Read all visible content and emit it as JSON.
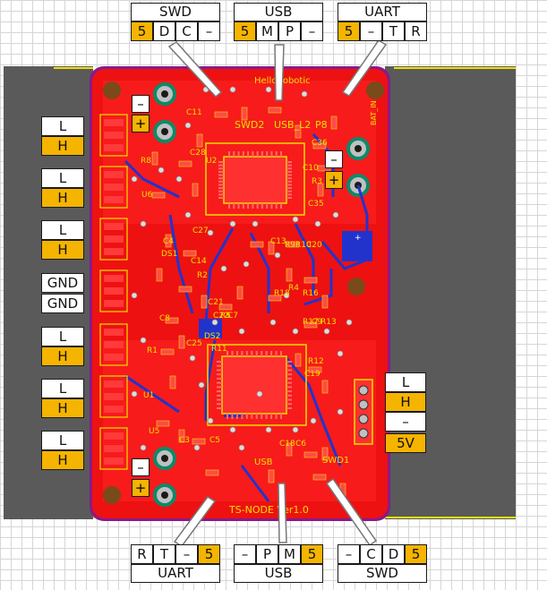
{
  "connectors": {
    "top": [
      {
        "id": "swd-top",
        "name": "SWD",
        "pins": [
          "5",
          "D",
          "C",
          "–"
        ]
      },
      {
        "id": "usb-top",
        "name": "USB",
        "pins": [
          "5",
          "M",
          "P",
          "–"
        ]
      },
      {
        "id": "uart-top",
        "name": "UART",
        "pins": [
          "5",
          "–",
          "T",
          "R"
        ]
      }
    ],
    "bottom": [
      {
        "id": "uart-bottom",
        "name": "UART",
        "pins": [
          "R",
          "T",
          "–",
          "5"
        ]
      },
      {
        "id": "usb-bottom",
        "name": "USB",
        "pins": [
          "–",
          "P",
          "M",
          "5"
        ]
      },
      {
        "id": "swd-bottom",
        "name": "SWD",
        "pins": [
          "–",
          "C",
          "D",
          "5"
        ]
      }
    ]
  },
  "left_pins": [
    {
      "top": "L",
      "bottom": "H"
    },
    {
      "top": "L",
      "bottom": "H"
    },
    {
      "top": "L",
      "bottom": "H"
    },
    {
      "top": "GND",
      "bottom": "GND"
    },
    {
      "top": "L",
      "bottom": "H"
    },
    {
      "top": "L",
      "bottom": "H"
    },
    {
      "top": "L",
      "bottom": "H"
    }
  ],
  "right_pins": [
    "L",
    "H",
    "–",
    "5V"
  ],
  "power_marks": {
    "minus": "–",
    "plus": "+"
  },
  "silkscreen": {
    "brand": "HelloRobotic",
    "footer": "TS-NODE Ver1.0",
    "top_labels": [
      "SWD2",
      "USB_L2",
      "P8"
    ],
    "bottom_labels": [
      "USB",
      "SWD1"
    ],
    "bat_in": "BAT_IN",
    "parts": [
      "C11",
      "R8",
      "U2",
      "C28",
      "C10",
      "C36",
      "R3",
      "C35",
      "U6",
      "C27",
      "C4",
      "DS1",
      "C13",
      "R9",
      "R10",
      "C20",
      "R2",
      "C14",
      "C21",
      "R18",
      "R16",
      "C22",
      "R5",
      "C7",
      "C8",
      "DS2",
      "R17",
      "C9",
      "R13",
      "R12",
      "C19",
      "R11",
      "U1",
      "U5",
      "C3",
      "C5",
      "C18",
      "C6",
      "C25",
      "R1",
      "R4"
    ]
  },
  "colors": {
    "board": "#ee1111",
    "copper_bright": "#ff2a2a",
    "trace_blue": "#2233cc",
    "silk_yellow": "#f0e000",
    "label_accent": "#f5b400",
    "frame": "#5a5a5a"
  }
}
